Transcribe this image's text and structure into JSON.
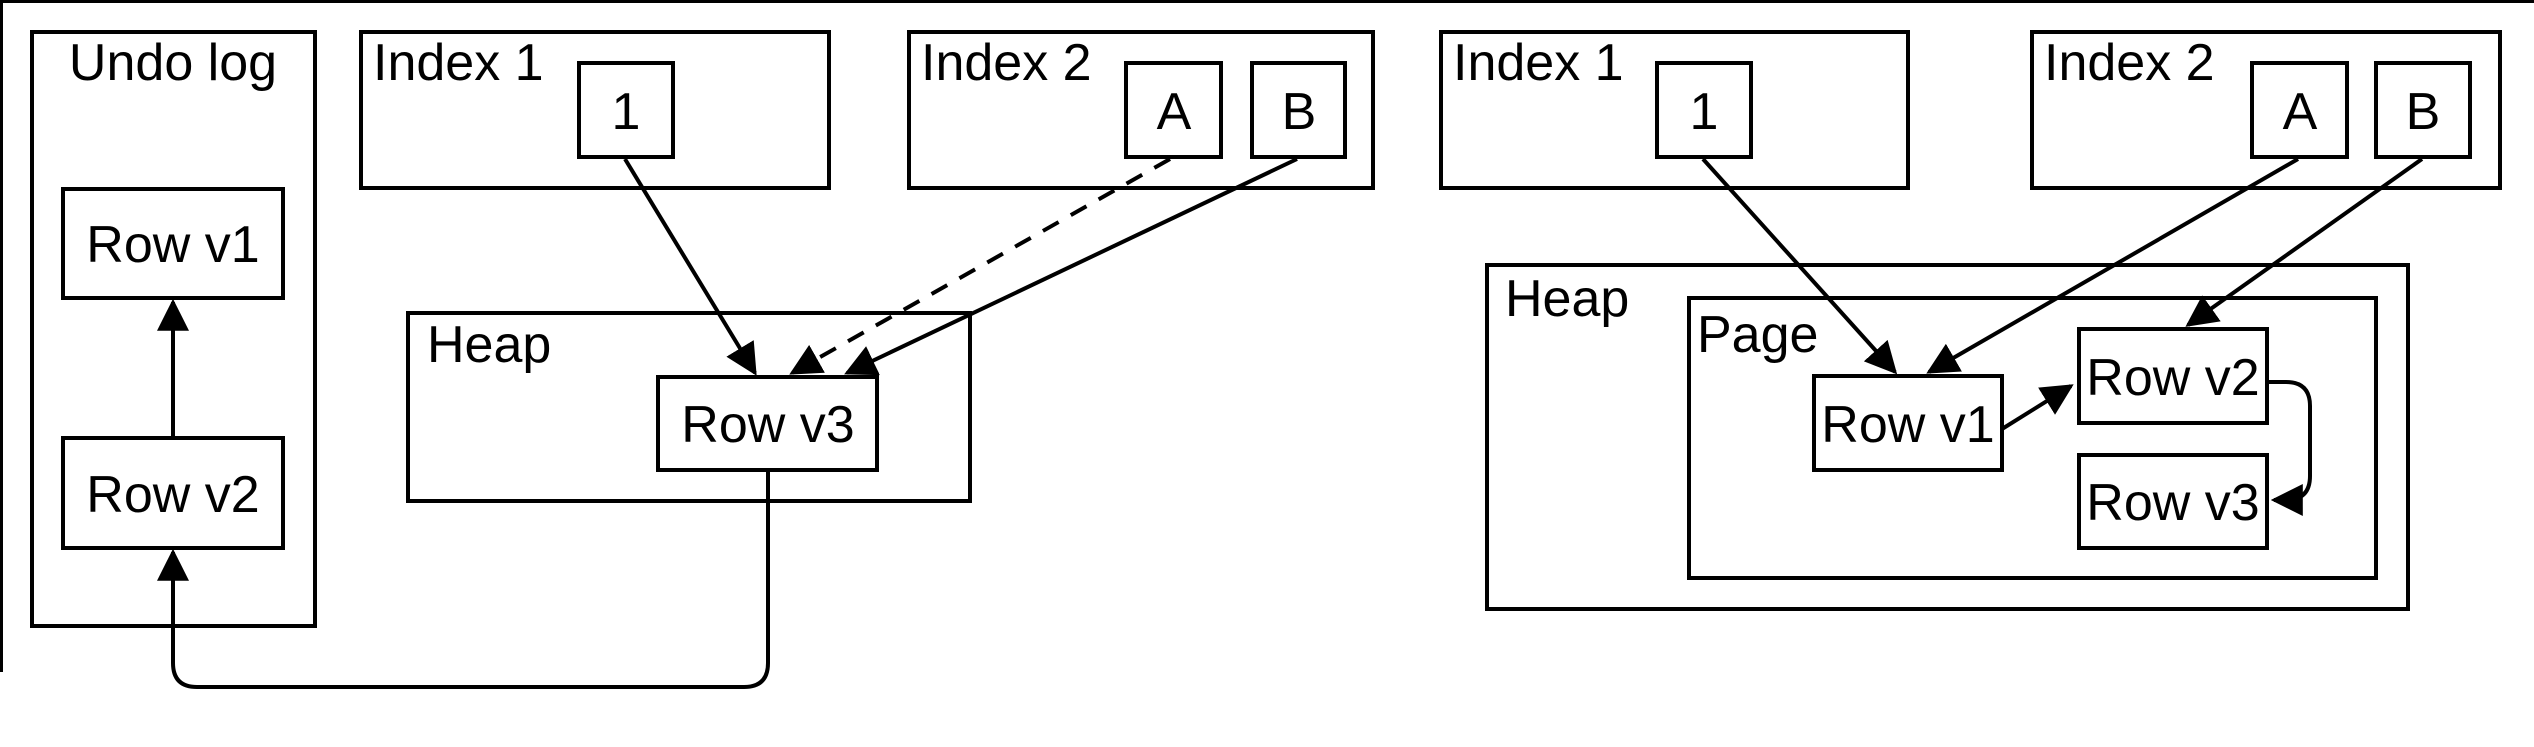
{
  "colors": {
    "stroke": "#000000",
    "background": "#ffffff"
  },
  "diagram_left": {
    "undo_log": {
      "label": "Undo log",
      "rows": [
        "Row v1",
        "Row v2"
      ]
    },
    "index1": {
      "label": "Index 1",
      "entry": "1"
    },
    "index2": {
      "label": "Index 2",
      "entries": [
        "A",
        "B"
      ]
    },
    "heap": {
      "label": "Heap",
      "row": "Row v3"
    }
  },
  "diagram_right": {
    "index1": {
      "label": "Index 1",
      "entry": "1"
    },
    "index2": {
      "label": "Index 2",
      "entries": [
        "A",
        "B"
      ]
    },
    "heap": {
      "label": "Heap",
      "page": {
        "label": "Page",
        "rows": [
          "Row v1",
          "Row v2",
          "Row v3"
        ]
      }
    }
  }
}
